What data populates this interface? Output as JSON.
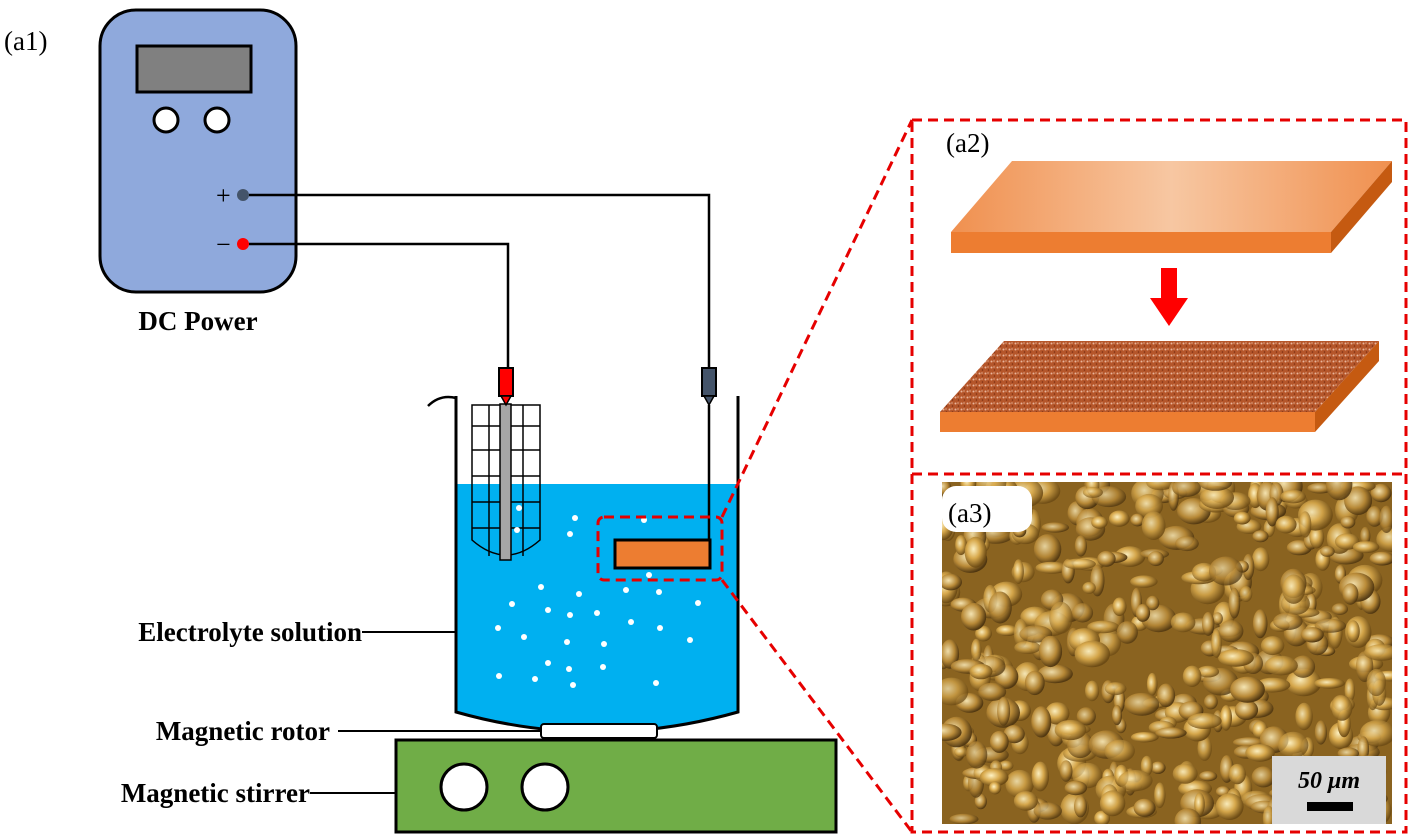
{
  "panels": {
    "a1": "(a1)",
    "a2": "(a2)",
    "a3": "(a3)"
  },
  "power_supply": {
    "label": "DC Power",
    "plus": "+",
    "minus": "−",
    "colors": {
      "body": "#8fa9dc",
      "screen": "#808080"
    }
  },
  "labels": {
    "electrolyte": "Electrolyte solution",
    "rotor": "Magnetic rotor",
    "stirrer": "Magnetic stirrer"
  },
  "micrograph": {
    "scale_bar": "50 μm"
  },
  "colors": {
    "electrolyte": "#00b0f0",
    "stirrer": "#70ad47",
    "sample": "#ed7d31",
    "dashed": "#e60000",
    "arrow": "#ff0000"
  }
}
